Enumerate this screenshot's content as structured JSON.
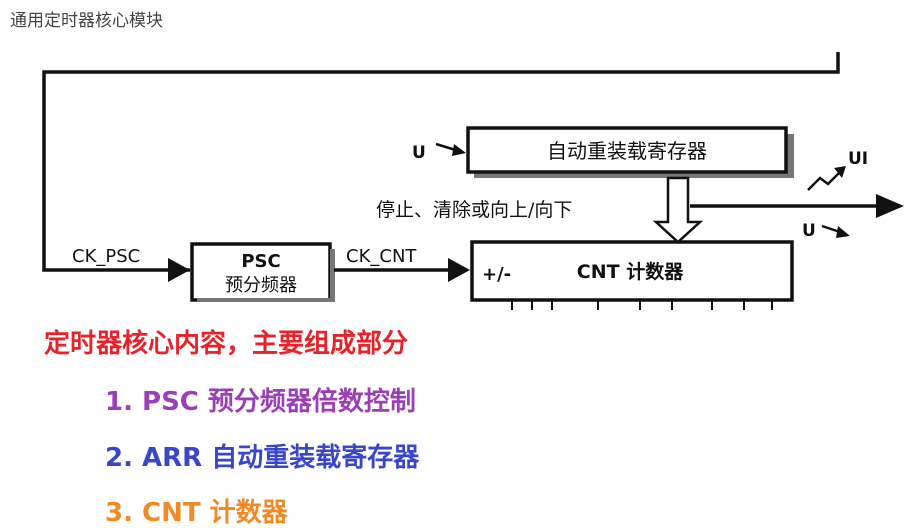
{
  "page": {
    "title": "通用定时器核心模块"
  },
  "diagram": {
    "arr_box_label": "自动重装载寄存器",
    "psc_box_title": "PSC",
    "psc_box_subtitle": "预分频器",
    "cnt_box_label": "CNT 计数器",
    "cnt_updown_label": "+/-",
    "ck_psc_label": "CK_PSC",
    "ck_cnt_label": "CK_CNT",
    "control_label": "停止、清除或向上/向下",
    "u_label_arr": "U",
    "u_label_right": "U",
    "ui_label": "UI"
  },
  "notes": {
    "heading": "定时器核心内容，主要组成部分",
    "items": [
      {
        "text": "1. PSC  预分频器倍数控制",
        "color": "#9b3fb5"
      },
      {
        "text": "2. ARR 自动重装载寄存器",
        "color": "#3a46c8"
      },
      {
        "text": "3. CNT 计数器",
        "color": "#f08a24"
      }
    ],
    "heading_color": "#e8222a"
  }
}
